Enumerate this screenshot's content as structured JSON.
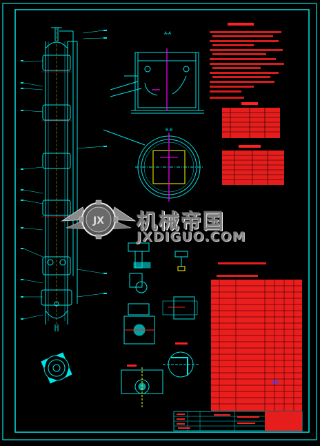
{
  "drawing": {
    "background": "#000000",
    "line_color": "#00e5e5",
    "accent_color": "#ff2020",
    "highlight_color": "#ff00ff",
    "yellow_color": "#ffff00",
    "view_labels": [
      "A-A",
      "B-B"
    ]
  },
  "watermark": {
    "title": "机械帝国",
    "url": "JXDIGUO.COM",
    "logo_text": "JX"
  }
}
